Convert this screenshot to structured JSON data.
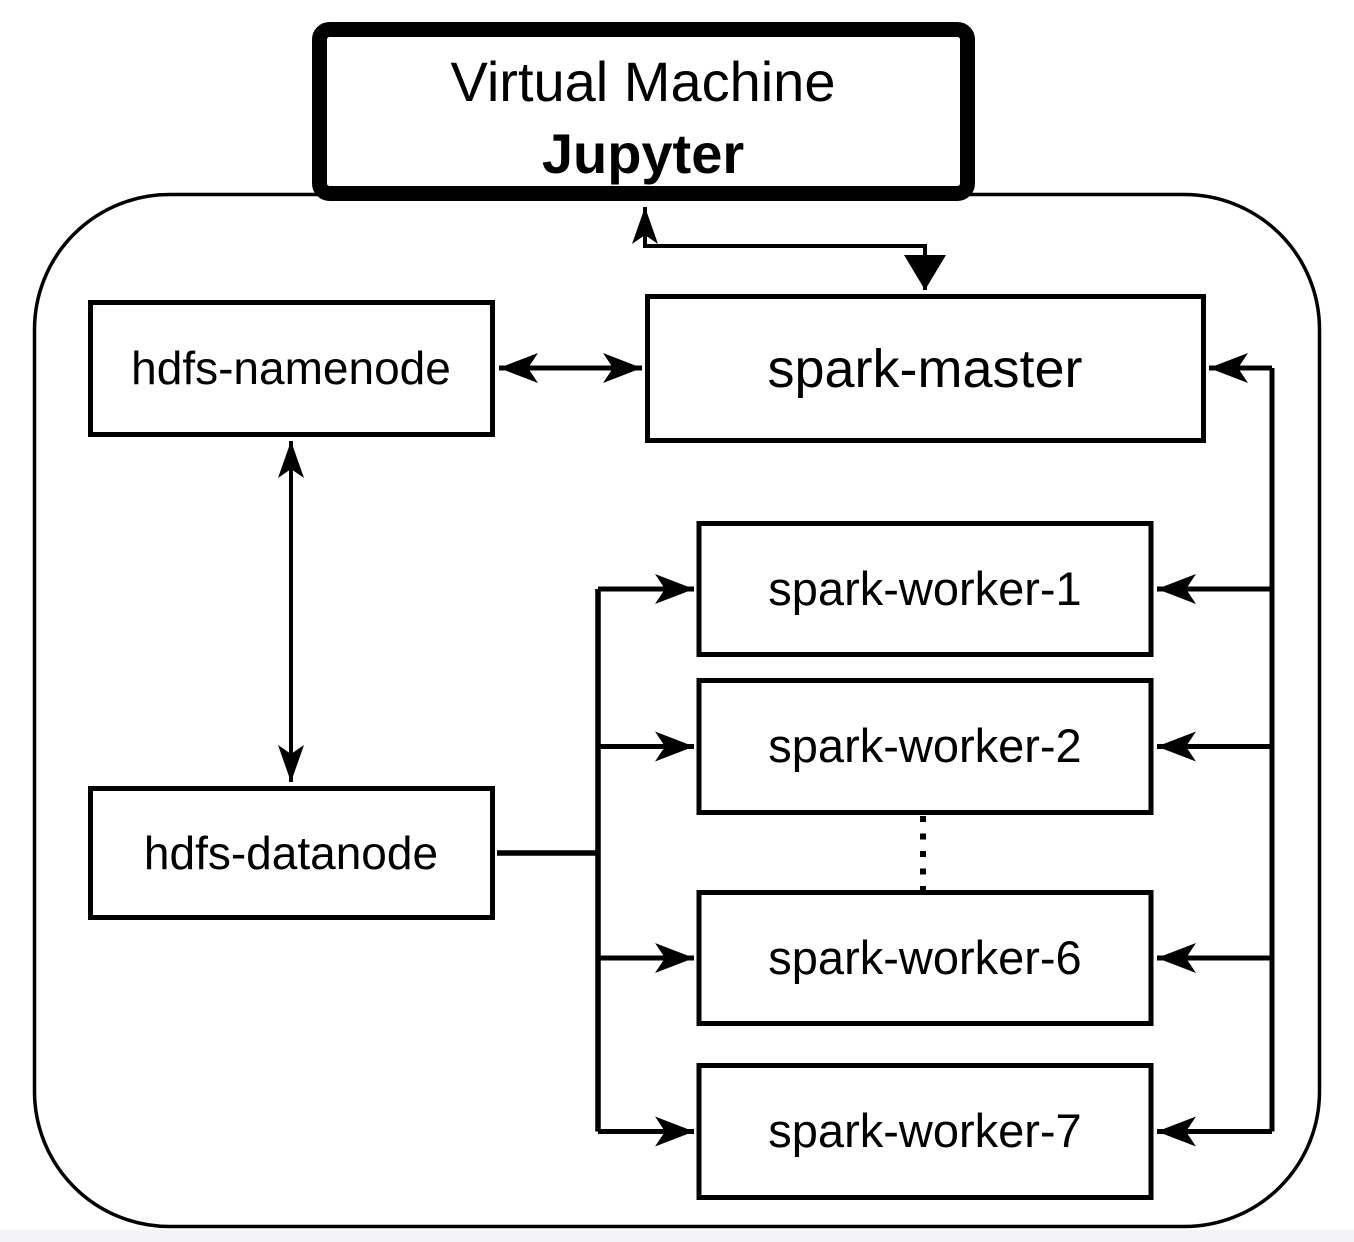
{
  "diagram": {
    "vm_box": {
      "title": "Virtual Machine",
      "subtitle": "Jupyter"
    },
    "nodes": {
      "hdfs_namenode": {
        "label": "hdfs-namenode"
      },
      "spark_master": {
        "label": "spark-master"
      },
      "hdfs_datanode": {
        "label": "hdfs-datanode"
      },
      "spark_worker_1": {
        "label": "spark-worker-1"
      },
      "spark_worker_2": {
        "label": "spark-worker-2"
      },
      "spark_worker_6": {
        "label": "spark-worker-6"
      },
      "spark_worker_7": {
        "label": "spark-worker-7"
      }
    },
    "colors": {
      "line": "#000000",
      "node_fill": "#ffffff",
      "jupyter_blue": "#2c4b8d",
      "footer_strip": "#f3f3f6"
    }
  }
}
